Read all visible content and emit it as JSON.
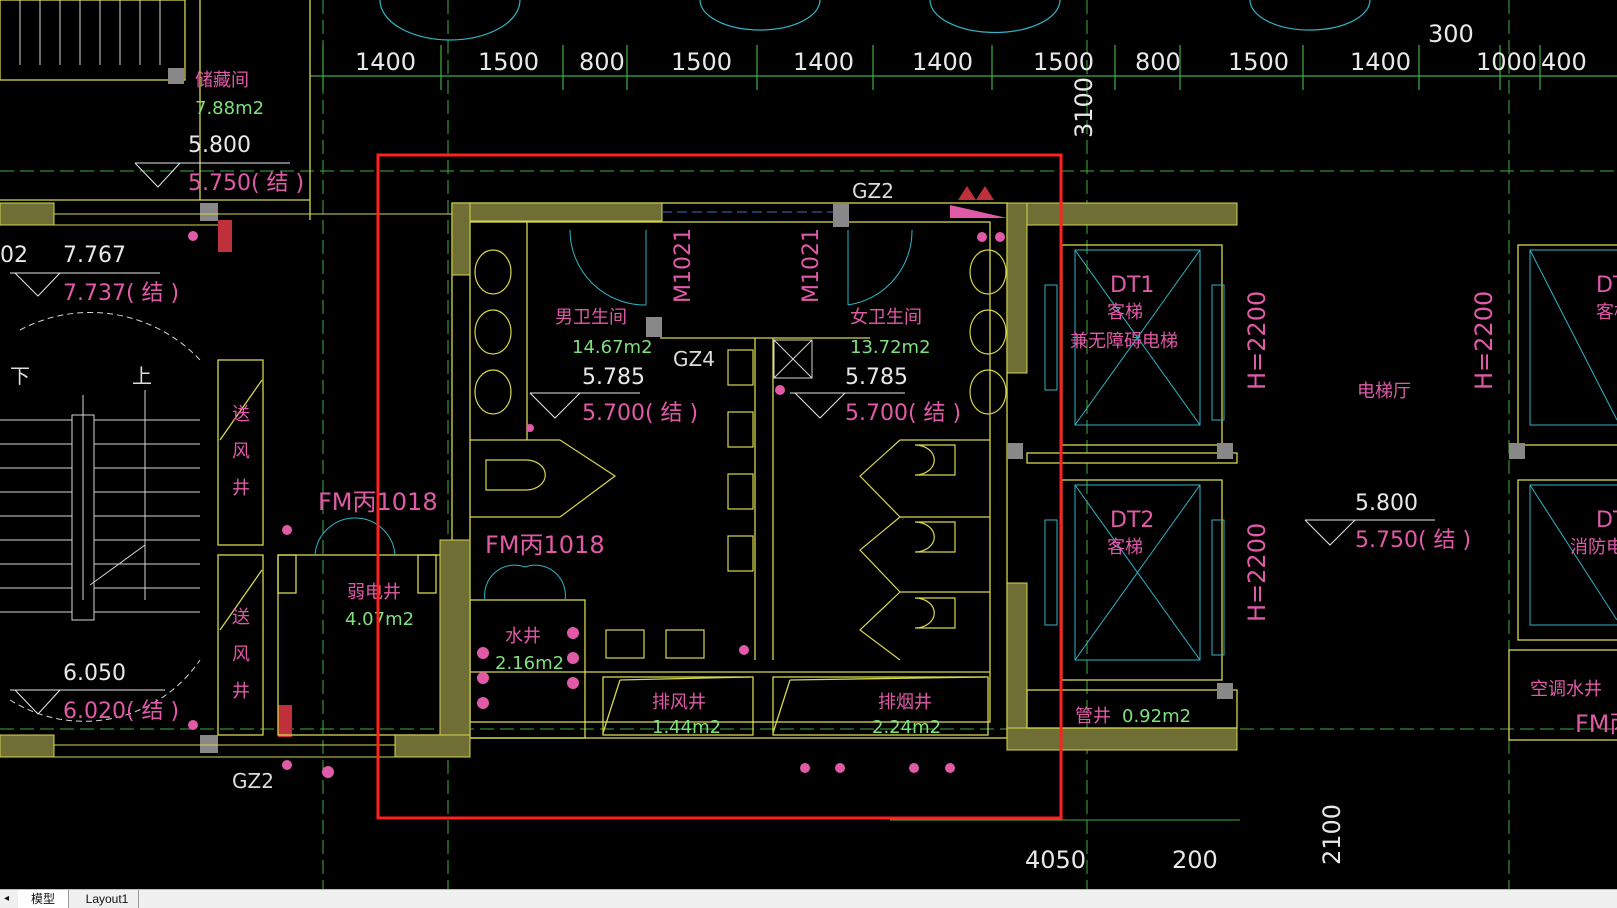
{
  "drawing": {
    "top_dims": [
      "1400",
      "1500",
      "800",
      "1500",
      "1400",
      "1400",
      "1500",
      "800",
      "1500",
      "1400",
      "1000",
      "400"
    ],
    "dim_300": "300",
    "dim_3100": "3100",
    "storage_name": "储藏间",
    "storage_area": "7.88m2",
    "lvl_top_left": "5.800",
    "lvl_top_left_struct": "5.750( 结 )",
    "lvl_left": "7.767",
    "lvl_left_struct": "7.737( 结 )",
    "lvl_left_02": "02",
    "stair_down": "下",
    "stair_up": "上",
    "lvl_stair": "6.050",
    "lvl_stair_struct": "6.020( 结 )",
    "supply_shaft": "送\n风\n井",
    "fm_left": "FM丙1018",
    "fm_mid": "FM丙1018",
    "weak_room": "弱电井",
    "weak_area": "4.07m2",
    "water_well": "水井",
    "water_area": "2.16m2",
    "gz2_top": "GZ2",
    "gz2_bottom": "GZ2",
    "gz4": "GZ4",
    "door_m1": "M1021",
    "door_m2": "M1021",
    "men_wc": "男卫生间",
    "men_area": "14.67m2",
    "men_lvl": "5.785",
    "men_struct": "5.700( 结 )",
    "women_wc": "女卫生间",
    "women_area": "13.72m2",
    "women_lvl": "5.785",
    "women_struct": "5.700( 结 )",
    "exhaust_shaft": "排风井",
    "exhaust_area": "1.44m2",
    "smoke_shaft": "排烟井",
    "smoke_area": "2.24m2",
    "dt1": "DT1",
    "dt1_desc1": "客梯",
    "dt1_desc2": "兼无障碍电梯",
    "dt2": "DT2",
    "dt2_desc": "客梯",
    "h1": "H=2200",
    "h2": "H=2200",
    "h3": "H=2200",
    "lift_hall": "电梯厅",
    "hall_lvl": "5.800",
    "hall_struct": "5.750( 结 )",
    "pipe_well": "管井",
    "pipe_area": "0.92m2",
    "dt_right1": "DT",
    "dt_right1_desc": "客梯",
    "dt_right2": "DT",
    "dt_right2_desc": "消防电梯",
    "ac_well": "空调水井",
    "fm_right": "FM丙",
    "bottom_dim1": "4050",
    "bottom_dim2": "200",
    "bottom_dim3": "2100"
  },
  "tabs": {
    "model": "模型",
    "layout1": "Layout1"
  },
  "colors": {
    "background": "#000000",
    "wall": "#d6d650",
    "grid": "#3fae3f",
    "annotation": "#e05aa8",
    "area_text": "#7ee07e",
    "door": "#2fb4c8",
    "selection": "#ff2020"
  }
}
